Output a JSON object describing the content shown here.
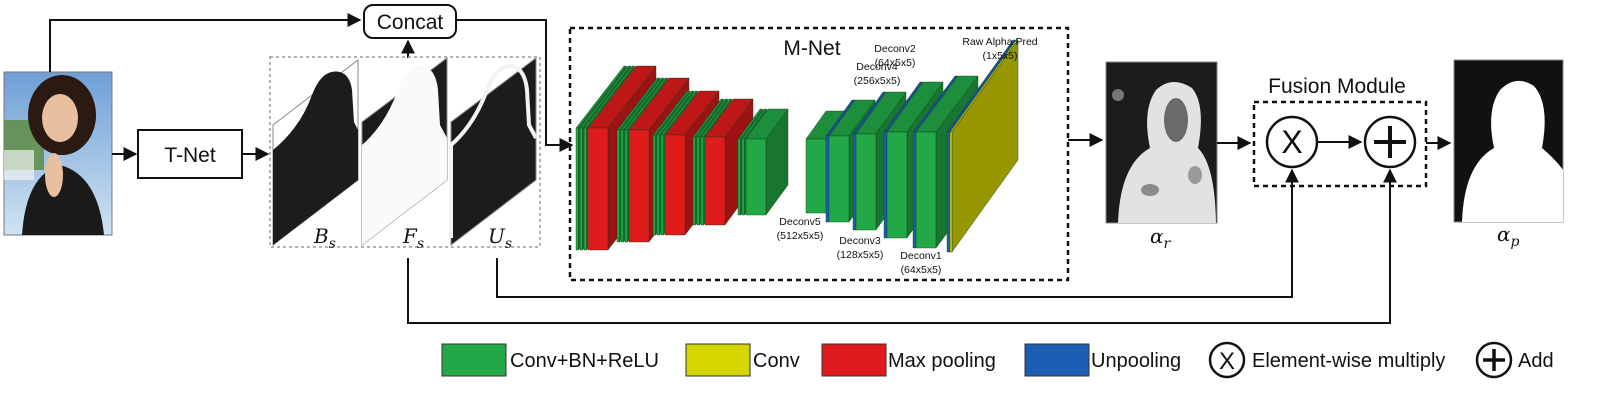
{
  "colors": {
    "conv_bn_relu": "#22a846",
    "conv": "#d6d600",
    "max_pooling": "#e01b1b",
    "unpooling": "#1a5fb4",
    "line": "#111111"
  },
  "labels": {
    "concat": "Concat",
    "tnet": "T-Net",
    "mnet": "M-Net",
    "fusion_module": "Fusion Module",
    "deconv5": "Deconv5",
    "deconv5_dims": "(512x5x5)",
    "deconv4": "Deconv4",
    "deconv4_dims": "(256x5x5)",
    "deconv3": "Deconv3",
    "deconv3_dims": "(128x5x5)",
    "deconv2": "Deconv2",
    "deconv2_dims": "(64x5x5)",
    "deconv1": "Deconv1",
    "deconv1_dims": "(64x5x5)",
    "raw_alpha": "Raw Alpha Pred",
    "raw_alpha_dims": "(1x5x5)",
    "bs_base": "B",
    "fs_base": "F",
    "us_base": "U",
    "sub_s": "s",
    "alpha": "α",
    "sub_r": "r",
    "sub_p": "p",
    "multiply_symbol": "X",
    "add_symbol": "+"
  },
  "legend": [
    {
      "label": "Conv+BN+ReLU",
      "color_key": "conv_bn_relu",
      "kind": "swatch"
    },
    {
      "label": "Conv",
      "color_key": "conv",
      "kind": "swatch"
    },
    {
      "label": "Max pooling",
      "color_key": "max_pooling",
      "kind": "swatch"
    },
    {
      "label": "Unpooling",
      "color_key": "unpooling",
      "kind": "swatch"
    },
    {
      "label": "Element-wise multiply",
      "symbol": "X",
      "kind": "circle"
    },
    {
      "label": "Add",
      "symbol": "+",
      "kind": "circle"
    }
  ],
  "icons": {
    "input_image": "portrait-photo-icon",
    "multiply": "multiply-circle-icon",
    "add": "add-circle-icon"
  }
}
